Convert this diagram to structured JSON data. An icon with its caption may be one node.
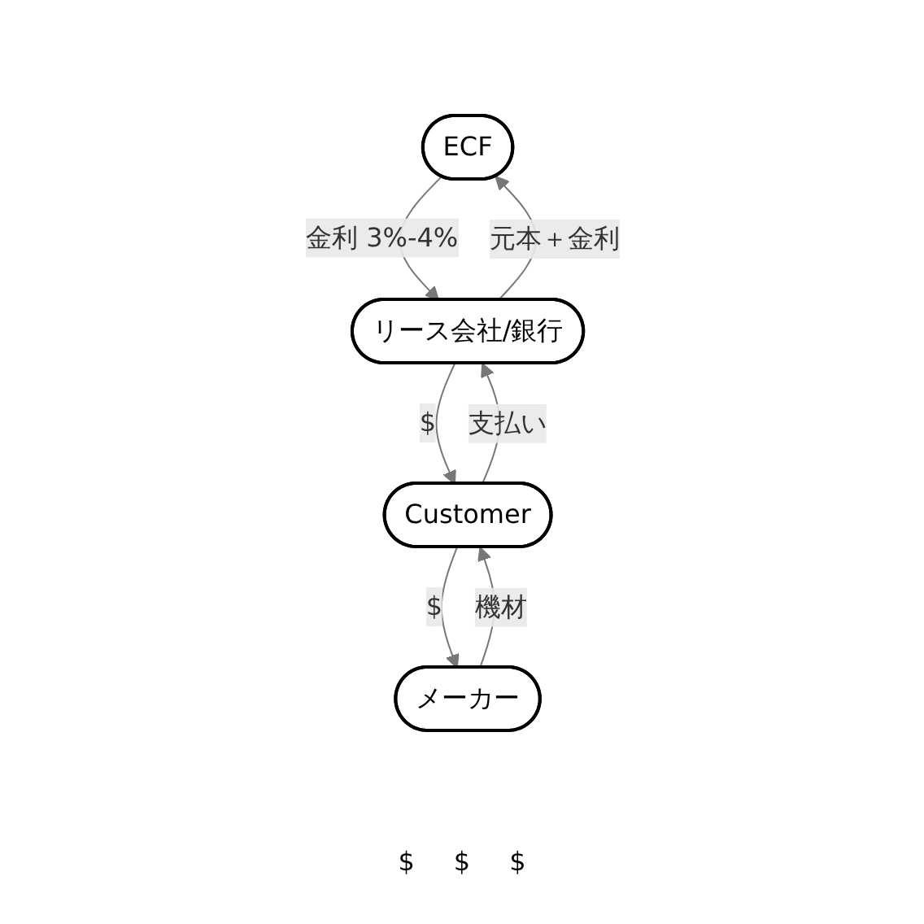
{
  "diagram": {
    "nodes": [
      {
        "text": [
          "ECF"
        ]
      },
      {
        "text": [
          "リース会社/銀行"
        ]
      },
      {
        "text": [
          "Customer"
        ]
      },
      {
        "text": [
          "メーカー"
        ]
      }
    ],
    "edges": [
      {
        "from": 0,
        "to": 1,
        "arrow": "to",
        "label": "金利 3%-4%"
      },
      {
        "from": 1,
        "to": 0,
        "arrow": "to",
        "label": "元本＋金利"
      },
      {
        "from": 1,
        "to": 2,
        "arrow": "to",
        "label": "$"
      },
      {
        "from": 2,
        "to": 1,
        "arrow": "to",
        "label": "支払い"
      },
      {
        "from": 3,
        "to": 2,
        "arrow": "to",
        "label": "機材"
      },
      {
        "from": 2,
        "to": 3,
        "arrow": "to",
        "label": "$"
      }
    ],
    "labels": [
      "$",
      "$",
      "$"
    ]
  }
}
